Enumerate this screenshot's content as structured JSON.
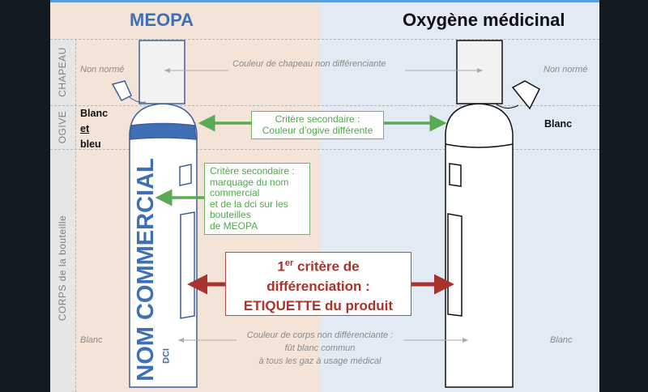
{
  "titles": {
    "left": "MEOPA",
    "right": "Oxygène médicinal"
  },
  "rows": {
    "chapeau": "CHAPEAU",
    "ogive": "OGIVE",
    "corps": "CORPS de la bouteille"
  },
  "left": {
    "chapeau": "Non normé",
    "ogive_1": "Blanc",
    "ogive_2": "et",
    "ogive_3": "bleu",
    "corps": "Blanc",
    "bottle_name": "NOM COMMERCIAL",
    "bottle_dci": "DCI"
  },
  "right": {
    "chapeau": "Non normé",
    "ogive": "Blanc",
    "corps": "Blanc"
  },
  "notes": {
    "cap": "Couleur de chapeau non différenciante",
    "body_1": "Couleur de corps non différenciante :",
    "body_2": "fût blanc commun",
    "body_3": "à tous les gaz à usage médical"
  },
  "boxes": {
    "ogive": [
      "Critère secondaire :",
      "Couleur d’ogive différente"
    ],
    "marking": [
      "Critère secondaire :",
      "marquage du nom",
      "commercial",
      "et de la dci sur les",
      "bouteilles",
      "de MEOPA"
    ],
    "primary": {
      "prefix": "1",
      "sup": "er",
      "line1_rest": " critère de",
      "line2": "différenciation :",
      "line3": "ETIQUETTE du produit"
    }
  },
  "colors": {
    "blue": "#3f6fb5",
    "green": "#5aaa55",
    "red": "#a8322c"
  }
}
